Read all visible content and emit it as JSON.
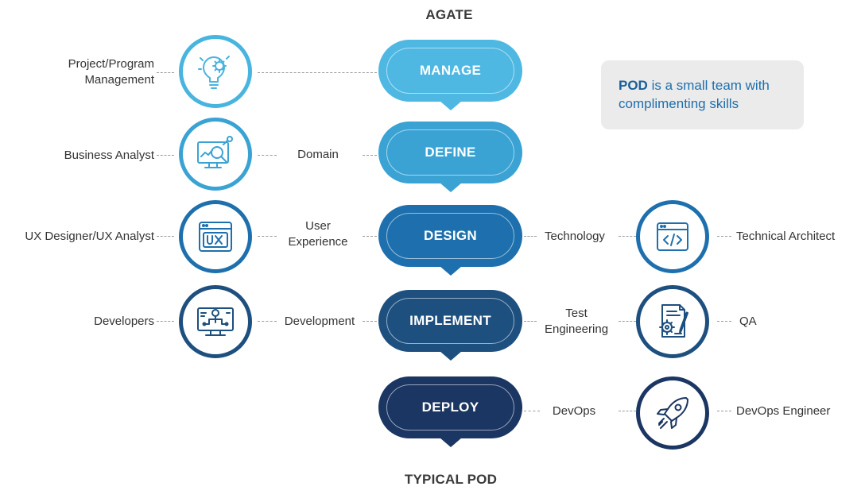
{
  "diagram": {
    "top_title": "AGATE",
    "bottom_title": "TYPICAL POD",
    "callout": {
      "highlight": "POD",
      "text": " is a small team with complimenting skills"
    },
    "stages": [
      {
        "label": "MANAGE",
        "color": "#4fb8e2"
      },
      {
        "label": "DEFINE",
        "color": "#3aa3d4"
      },
      {
        "label": "DESIGN",
        "color": "#1d70ad"
      },
      {
        "label": "IMPLEMENT",
        "color": "#1d4f7f"
      },
      {
        "label": "DEPLOY",
        "color": "#1b3662"
      }
    ],
    "left": {
      "manage": {
        "role_line1": "Project/Program",
        "role_line2": "Management",
        "icon": "idea-gear-icon"
      },
      "define": {
        "role": "Business Analyst",
        "skill": "Domain",
        "icon": "monitor-analysis-icon"
      },
      "design": {
        "role": "UX Designer/UX Analyst",
        "skill_line1": "User",
        "skill_line2": "Experience",
        "icon": "ux-window-icon"
      },
      "implement": {
        "role": "Developers",
        "skill": "Development",
        "icon": "developer-monitor-icon"
      }
    },
    "right": {
      "design": {
        "skill": "Technology",
        "role": "Technical Architect",
        "icon": "code-window-icon"
      },
      "implement": {
        "skill_line1": "Test",
        "skill_line2": "Engineering",
        "role": "QA",
        "icon": "test-document-icon"
      },
      "deploy": {
        "skill": "DevOps",
        "role": "DevOps Engineer",
        "icon": "rocket-icon"
      }
    }
  }
}
